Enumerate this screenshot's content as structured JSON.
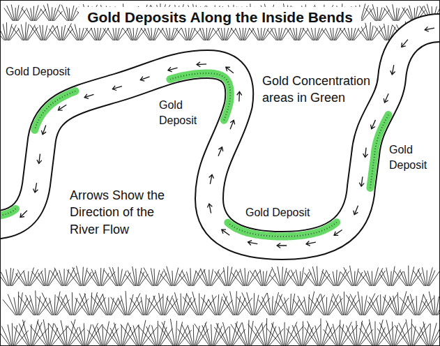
{
  "diagram": {
    "title": "Gold Deposits Along the Inside Bends",
    "labels": [
      "Gold Deposit",
      "Gold Deposit",
      "Gold Concentration areas in Green",
      "Gold Deposit",
      "Arrows Show the Direction of the River Flow",
      "Gold Deposit"
    ]
  }
}
